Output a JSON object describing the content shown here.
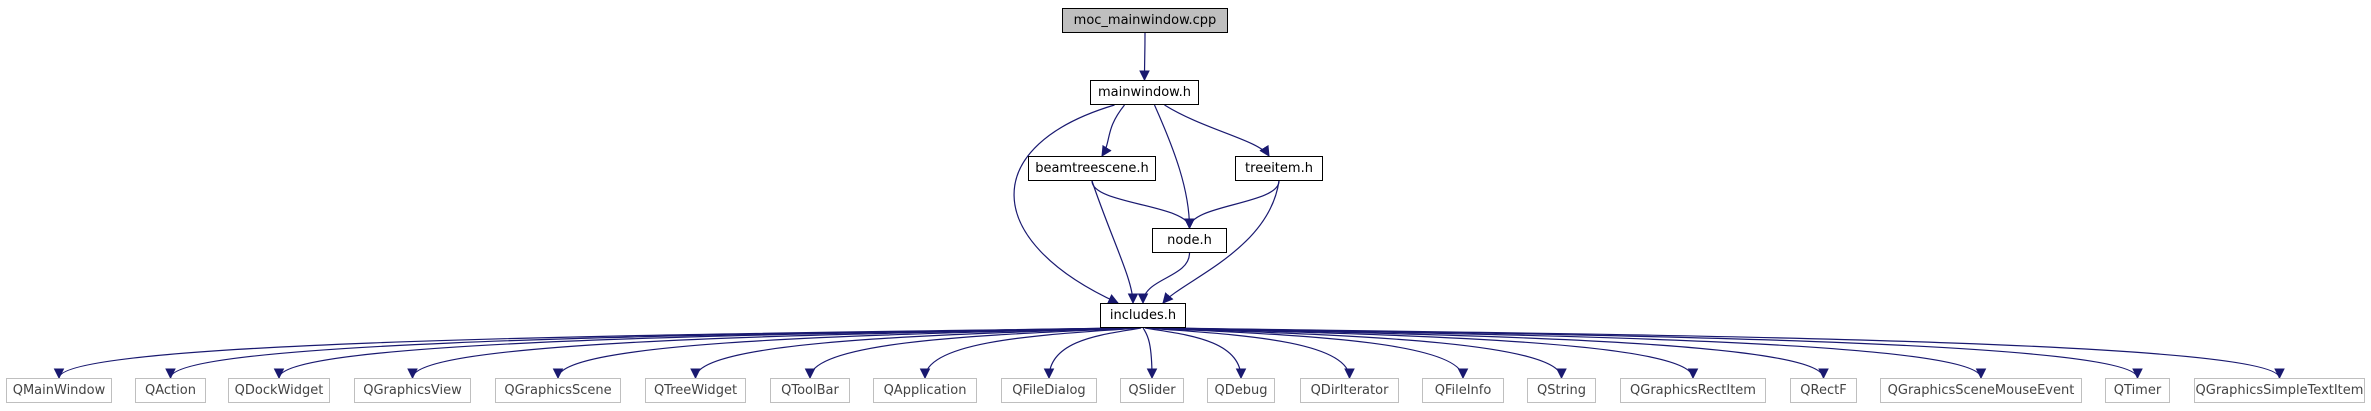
{
  "colors": {
    "edge": "#191970",
    "root_fill": "#bfbfbf",
    "node_border": "#000000",
    "external_border": "#bfbfbf"
  },
  "graph": {
    "nodes": [
      {
        "id": "moc",
        "label": "moc_mainwindow.cpp",
        "kind": "root"
      },
      {
        "id": "mainwindow",
        "label": "mainwindow.h",
        "kind": "main"
      },
      {
        "id": "beamtree",
        "label": "beamtreescene.h",
        "kind": "main"
      },
      {
        "id": "treeitem",
        "label": "treeitem.h",
        "kind": "main"
      },
      {
        "id": "node",
        "label": "node.h",
        "kind": "main"
      },
      {
        "id": "includes",
        "label": "includes.h",
        "kind": "main"
      },
      {
        "id": "QMainWindow",
        "label": "QMainWindow",
        "kind": "ext"
      },
      {
        "id": "QAction",
        "label": "QAction",
        "kind": "ext"
      },
      {
        "id": "QDockWidget",
        "label": "QDockWidget",
        "kind": "ext"
      },
      {
        "id": "QGraphicsView",
        "label": "QGraphicsView",
        "kind": "ext"
      },
      {
        "id": "QGraphicsScene",
        "label": "QGraphicsScene",
        "kind": "ext"
      },
      {
        "id": "QTreeWidget",
        "label": "QTreeWidget",
        "kind": "ext"
      },
      {
        "id": "QToolBar",
        "label": "QToolBar",
        "kind": "ext"
      },
      {
        "id": "QApplication",
        "label": "QApplication",
        "kind": "ext"
      },
      {
        "id": "QFileDialog",
        "label": "QFileDialog",
        "kind": "ext"
      },
      {
        "id": "QSlider",
        "label": "QSlider",
        "kind": "ext"
      },
      {
        "id": "QDebug",
        "label": "QDebug",
        "kind": "ext"
      },
      {
        "id": "QDirIterator",
        "label": "QDirIterator",
        "kind": "ext"
      },
      {
        "id": "QFileInfo",
        "label": "QFileInfo",
        "kind": "ext"
      },
      {
        "id": "QString",
        "label": "QString",
        "kind": "ext"
      },
      {
        "id": "QGraphicsRectItem",
        "label": "QGraphicsRectItem",
        "kind": "ext"
      },
      {
        "id": "QRectF",
        "label": "QRectF",
        "kind": "ext"
      },
      {
        "id": "QGraphicsSceneMouseEvent",
        "label": "QGraphicsSceneMouseEvent",
        "kind": "ext"
      },
      {
        "id": "QTimer",
        "label": "QTimer",
        "kind": "ext"
      },
      {
        "id": "QGraphicsSimpleTextItem",
        "label": "QGraphicsSimpleTextItem",
        "kind": "ext"
      }
    ],
    "edges": [
      [
        "moc",
        "mainwindow"
      ],
      [
        "mainwindow",
        "beamtree"
      ],
      [
        "mainwindow",
        "treeitem"
      ],
      [
        "mainwindow",
        "node"
      ],
      [
        "mainwindow",
        "includes"
      ],
      [
        "beamtree",
        "node"
      ],
      [
        "beamtree",
        "includes"
      ],
      [
        "treeitem",
        "node"
      ],
      [
        "treeitem",
        "includes"
      ],
      [
        "node",
        "includes"
      ],
      [
        "includes",
        "QMainWindow"
      ],
      [
        "includes",
        "QAction"
      ],
      [
        "includes",
        "QDockWidget"
      ],
      [
        "includes",
        "QGraphicsView"
      ],
      [
        "includes",
        "QGraphicsScene"
      ],
      [
        "includes",
        "QTreeWidget"
      ],
      [
        "includes",
        "QToolBar"
      ],
      [
        "includes",
        "QApplication"
      ],
      [
        "includes",
        "QFileDialog"
      ],
      [
        "includes",
        "QSlider"
      ],
      [
        "includes",
        "QDebug"
      ],
      [
        "includes",
        "QDirIterator"
      ],
      [
        "includes",
        "QFileInfo"
      ],
      [
        "includes",
        "QString"
      ],
      [
        "includes",
        "QGraphicsRectItem"
      ],
      [
        "includes",
        "QRectF"
      ],
      [
        "includes",
        "QGraphicsSceneMouseEvent"
      ],
      [
        "includes",
        "QTimer"
      ],
      [
        "includes",
        "QGraphicsSimpleTextItem"
      ]
    ]
  }
}
